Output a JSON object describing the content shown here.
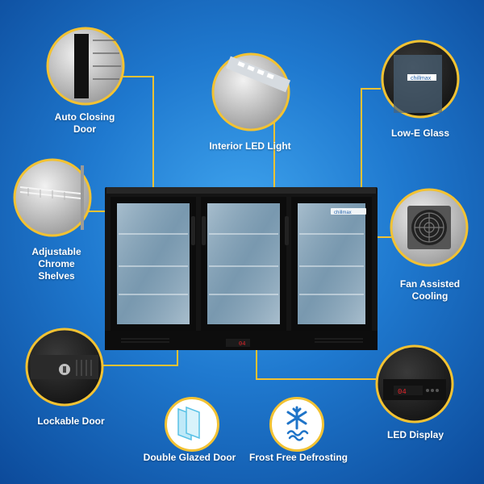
{
  "features": {
    "auto_closing_door": [
      "Auto Closing",
      "Door"
    ],
    "interior_led_light": "Interior LED Light",
    "low_e_glass": "Low-E Glass",
    "adjustable_chrome_shelves": [
      "Adjustable",
      "Chrome",
      "Shelves"
    ],
    "fan_assisted_cooling": [
      "Fan Assisted",
      "Cooling"
    ],
    "lockable_door": "Lockable Door",
    "led_display": "LED Display",
    "double_glazed_door": "Double Glazed Door",
    "frost_free_defrosting": "Frost Free Defrosting"
  },
  "fridge": {
    "brand_logo": "chillmax",
    "display_readout": "04"
  },
  "colors": {
    "accent": "#f2c233",
    "background_center": "#3fa4ee",
    "background_edge": "#0c4a9a",
    "label_text": "#ffffff",
    "display_led": "#e8262c"
  },
  "icons": [
    "glass-panes-icon",
    "snowflake-defrost-icon"
  ]
}
